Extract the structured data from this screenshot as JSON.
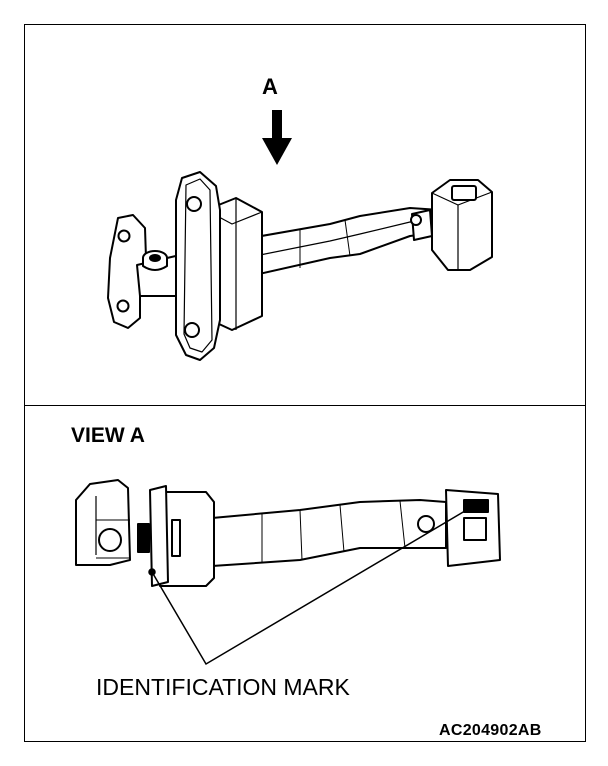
{
  "figure": {
    "arrow_label": "A",
    "view_label": "VIEW A",
    "callout_label": "IDENTIFICATION MARK",
    "figure_code": "AC204902AB"
  },
  "colors": {
    "line": "#000000",
    "background": "#ffffff"
  }
}
